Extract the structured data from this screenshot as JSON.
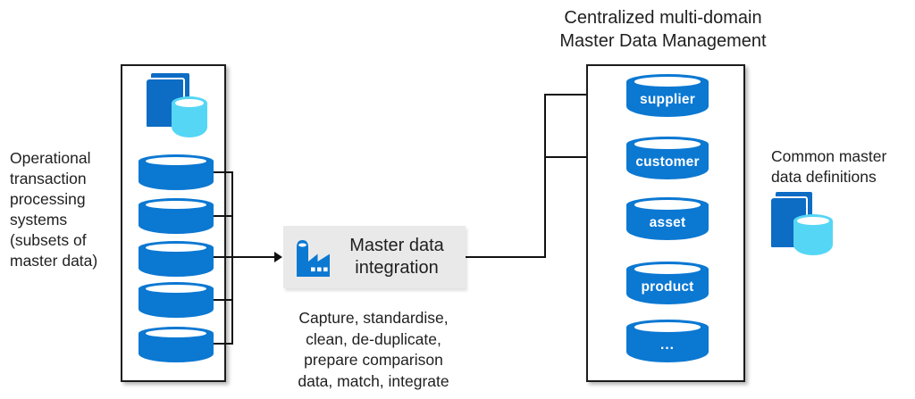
{
  "colors": {
    "cyl_blue": "#0b78d2",
    "book_blue": "#0d6cc4",
    "light_blue": "#55d6f5",
    "integration_bg": "#e9e9e9",
    "line": "#111111",
    "text": "#1f1f1f"
  },
  "labels": {
    "left": "Operational\ntransaction\nprocessing\nsystems\n(subsets of\nmaster data)",
    "right_title": "Centralized multi-domain\nMaster Data Management",
    "right": "Common master\ndata definitions"
  },
  "integration": {
    "title": "Master data\nintegration",
    "caption": "Capture, standardise,\nclean, de-duplicate,\nprepare comparison\ndata, match, integrate"
  },
  "mdm_cylinders": [
    {
      "label": "supplier"
    },
    {
      "label": "customer"
    },
    {
      "label": "asset"
    },
    {
      "label": "product"
    },
    {
      "label": "..."
    }
  ]
}
